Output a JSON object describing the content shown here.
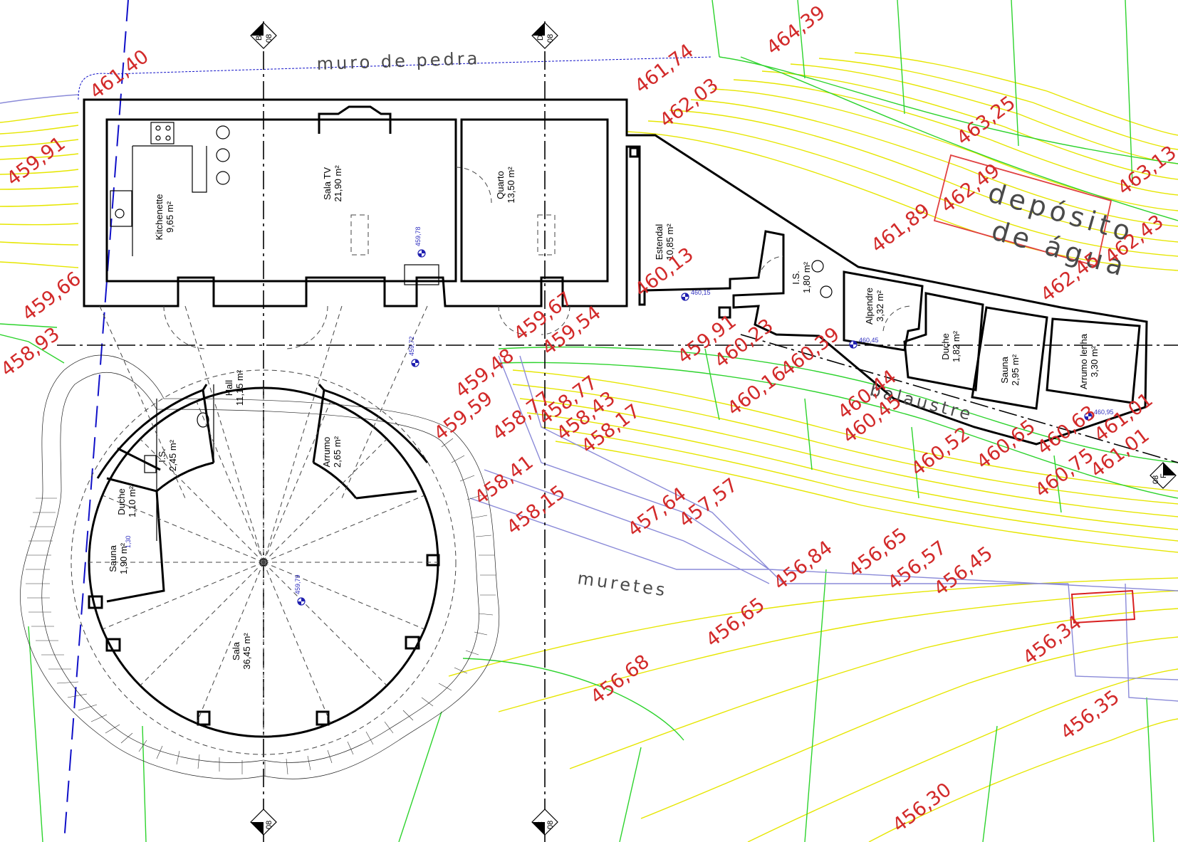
{
  "site_labels": {
    "muro_de_pedra": "muro de pedra",
    "muretes": "muretes",
    "balaustre": "balaustre",
    "deposito_line1": "depósito",
    "deposito_line2": "de água"
  },
  "grid_markers": [
    {
      "letter": "B",
      "num": "08"
    },
    {
      "letter": "D",
      "num": "08"
    },
    {
      "letter": "A",
      "num": "08"
    },
    {
      "letter": "C",
      "num": "08"
    },
    {
      "letter": "F",
      "num": "08"
    }
  ],
  "rooms": [
    {
      "name": "Kitchenette",
      "area": "9,65 m²"
    },
    {
      "name": "Sala TV",
      "area": "21,90 m²"
    },
    {
      "name": "Quarto",
      "area": "13,50 m²"
    },
    {
      "name": "Estendal",
      "area": "10,85 m²"
    },
    {
      "name": "I.S.",
      "area": "1,80 m²"
    },
    {
      "name": "Alpendre",
      "area": "3,32 m²"
    },
    {
      "name": "Duche",
      "area": "1,82 m²"
    },
    {
      "name": "Sauna",
      "area": "2,95 m²"
    },
    {
      "name": "Arrumo lenha",
      "area": "3,30 m²"
    },
    {
      "name": "Hall",
      "area": "11,15 m²"
    },
    {
      "name": "I.S.",
      "area": "2,45 m²"
    },
    {
      "name": "Arrumo",
      "area": "2,65 m²"
    },
    {
      "name": "Duche",
      "area": "1,10 m²"
    },
    {
      "name": "Sauna",
      "area": "1,90 m²"
    },
    {
      "name": "Sala",
      "area": "36,45 m²"
    }
  ],
  "spot_levels": [
    "459,78",
    "460,15",
    "459,72",
    "460,45",
    "460,95",
    "459,79",
    "1,30"
  ],
  "elevations": [
    "461,40",
    "459,91",
    "459,66",
    "458,93",
    "461,74",
    "462,03",
    "464,39",
    "463,25",
    "463,13",
    "462,49",
    "461,89",
    "462,43",
    "462,45",
    "460,13",
    "459,67",
    "459,54",
    "459,91",
    "460,23",
    "460,39",
    "459,48",
    "459,59",
    "458,77",
    "458,77",
    "458,43",
    "458,17",
    "458,41",
    "458,15",
    "457,64",
    "457,57",
    "460,16",
    "460,44",
    "460,45",
    "460,52",
    "460,65",
    "460,63",
    "461,01",
    "460,75",
    "461,01",
    "456,84",
    "456,65",
    "456,57",
    "456,45",
    "456,65",
    "456,34",
    "456,68",
    "456,35",
    "456,30"
  ],
  "colors": {
    "walls": "#000000",
    "elevation_text": "#d22a2a",
    "contour_yellow": "#e6e600",
    "contour_green": "#2dd32d",
    "terrain_lavender": "#8a8ad8",
    "property_line_blue": "#1010c8",
    "water_tank_outline": "#e04040",
    "spot_marker": "#2020b0"
  }
}
